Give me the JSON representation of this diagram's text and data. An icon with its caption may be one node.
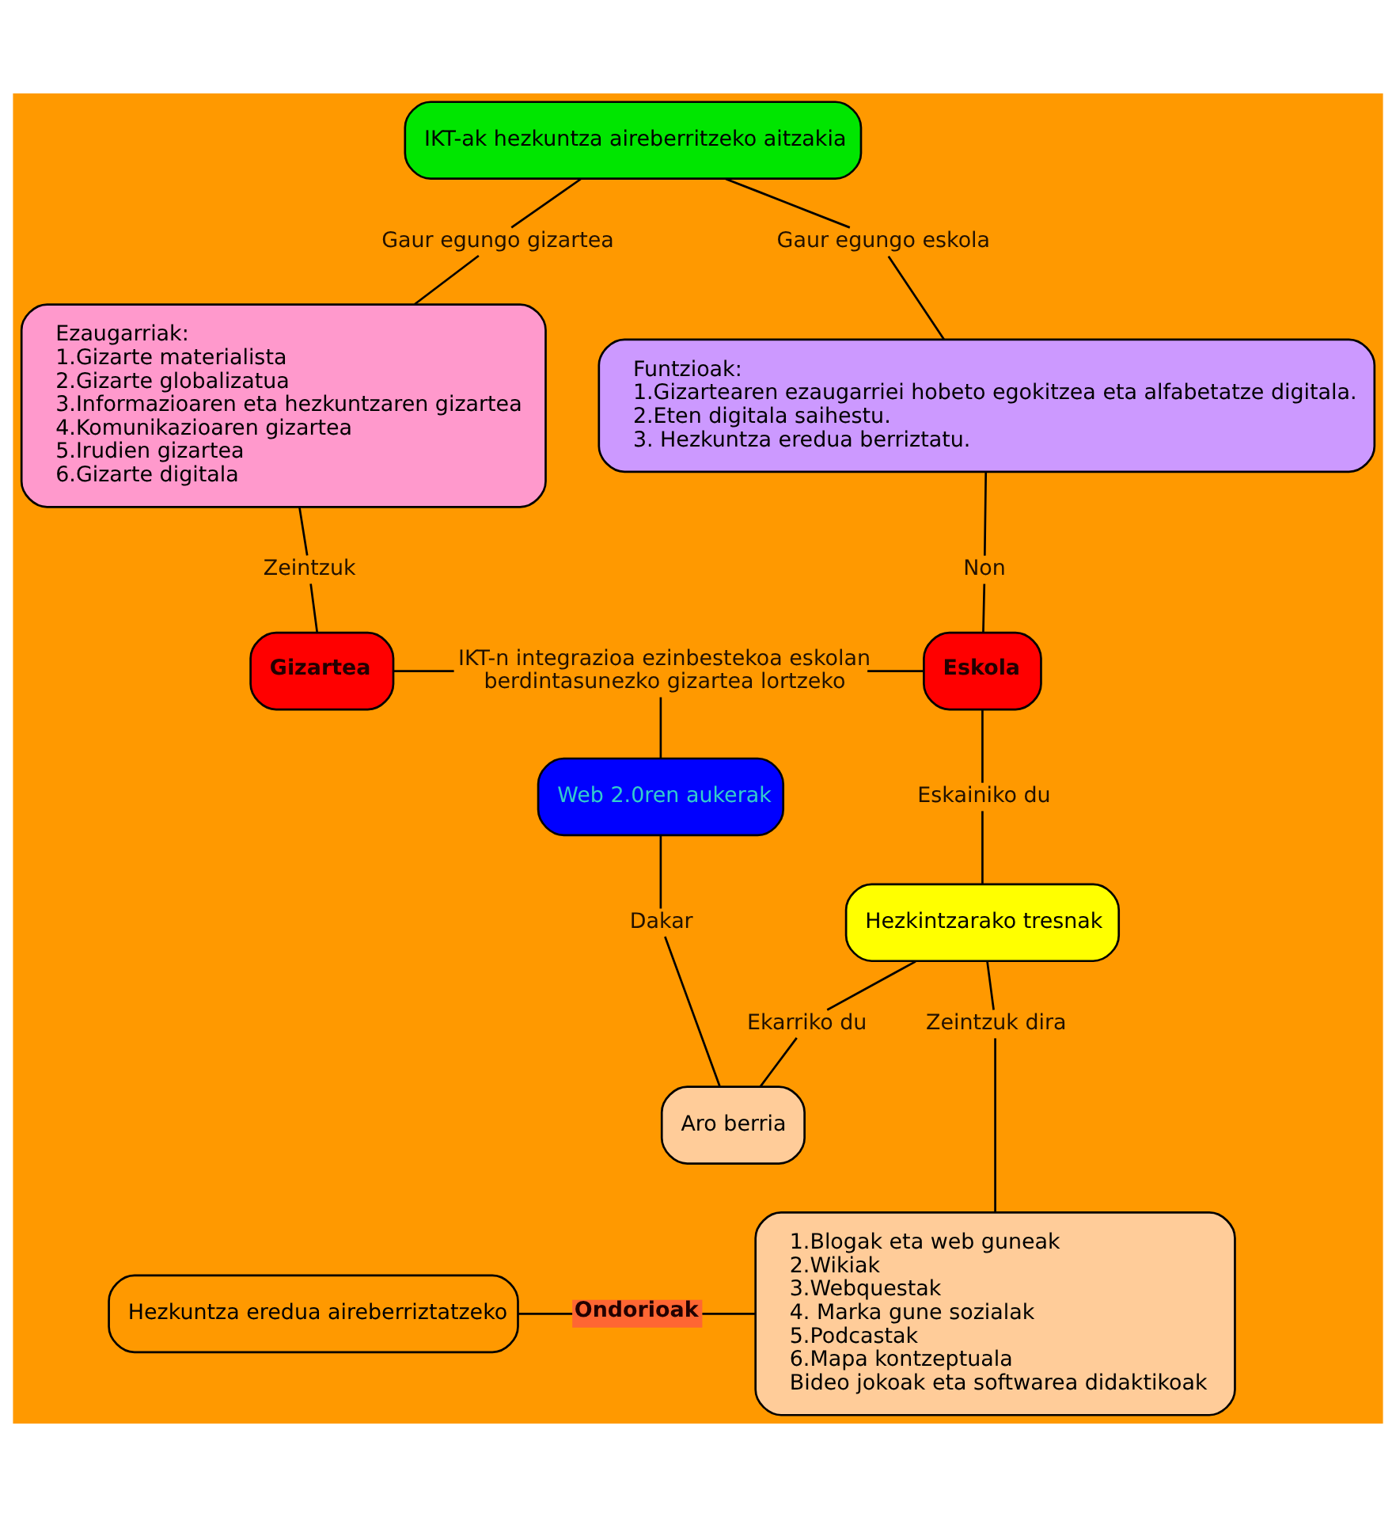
{
  "diagram": {
    "nodes": [
      {
        "text": [
          "IKT-ak hezkuntza aireberritzeko aitzakia"
        ]
      },
      {
        "text": [
          "Gaur egungo gizartea"
        ]
      },
      {
        "text": [
          "Gaur egungo eskola"
        ]
      },
      {
        "text": [
          "Ezaugarriak:",
          "1.Gizarte materialista",
          "2.Gizarte globalizatua",
          "3.Informazioaren eta hezkuntzaren gizartea",
          "4.Komunikazioaren gizartea",
          "5.Irudien gizartea",
          "6.Gizarte digitala"
        ]
      },
      {
        "text": [
          "Funtzioak:",
          "1.Gizartearen ezaugarriei hobeto egokitzea eta alfabetatze digitala.",
          "2.Eten digitala saihestu.",
          "3. Hezkuntza eredua berriztatu."
        ]
      },
      {
        "text": [
          "Zeintzuk"
        ]
      },
      {
        "text": [
          "Non"
        ]
      },
      {
        "text": [
          "Gizartea"
        ]
      },
      {
        "text": [
          "IKT-n integrazioa ezinbestekoa eskolan berdintasunezko gizartea lortzeko"
        ]
      },
      {
        "text": [
          "Eskola"
        ]
      },
      {
        "text": [
          "Eskainiko du"
        ]
      },
      {
        "text": [
          "Web 2.0ren aukerak"
        ]
      },
      {
        "text": [
          "Hezkintzarako tresnak"
        ]
      },
      {
        "text": [
          "Dakar"
        ]
      },
      {
        "text": [
          "Ekarriko du"
        ]
      },
      {
        "text": [
          "Zeintzuk dira"
        ]
      },
      {
        "text": [
          "Aro berria"
        ]
      },
      {
        "text": [
          "1.Blogak eta web guneak",
          "2.Wikiak",
          "3.Webquestak",
          "4. Marka gune sozialak",
          "5.Podcastak",
          "6.Mapa kontzeptuala",
          "Bideo jokoak eta softwarea didaktikoak"
        ]
      },
      {
        "text": [
          "Hezkuntza eredua aireberriztatzeko"
        ]
      },
      {
        "text": [
          "Ondorioak"
        ]
      }
    ],
    "edges": [
      {
        "from": 0,
        "to": 1,
        "arrow": "none"
      },
      {
        "from": 1,
        "to": 3,
        "arrow": "none"
      },
      {
        "from": 0,
        "to": 2,
        "arrow": "none"
      },
      {
        "from": 2,
        "to": 4,
        "arrow": "none"
      },
      {
        "from": 3,
        "to": 5,
        "arrow": "none"
      },
      {
        "from": 5,
        "to": 7,
        "arrow": "none"
      },
      {
        "from": 4,
        "to": 6,
        "arrow": "none"
      },
      {
        "from": 6,
        "to": 9,
        "arrow": "none"
      },
      {
        "from": 7,
        "to": 8,
        "arrow": "none"
      },
      {
        "from": 8,
        "to": 9,
        "arrow": "none"
      },
      {
        "from": 8,
        "to": 11,
        "arrow": "none"
      },
      {
        "from": 9,
        "to": 10,
        "arrow": "none"
      },
      {
        "from": 10,
        "to": 12,
        "arrow": "none"
      },
      {
        "from": 11,
        "to": 13,
        "arrow": "none"
      },
      {
        "from": 13,
        "to": 16,
        "arrow": "none"
      },
      {
        "from": 12,
        "to": 14,
        "arrow": "none"
      },
      {
        "from": 14,
        "to": 16,
        "arrow": "none"
      },
      {
        "from": 12,
        "to": 15,
        "arrow": "none"
      },
      {
        "from": 15,
        "to": 17,
        "arrow": "none"
      },
      {
        "from": 18,
        "to": 19,
        "arrow": "none"
      },
      {
        "from": 19,
        "to": 17,
        "arrow": "none"
      }
    ]
  }
}
